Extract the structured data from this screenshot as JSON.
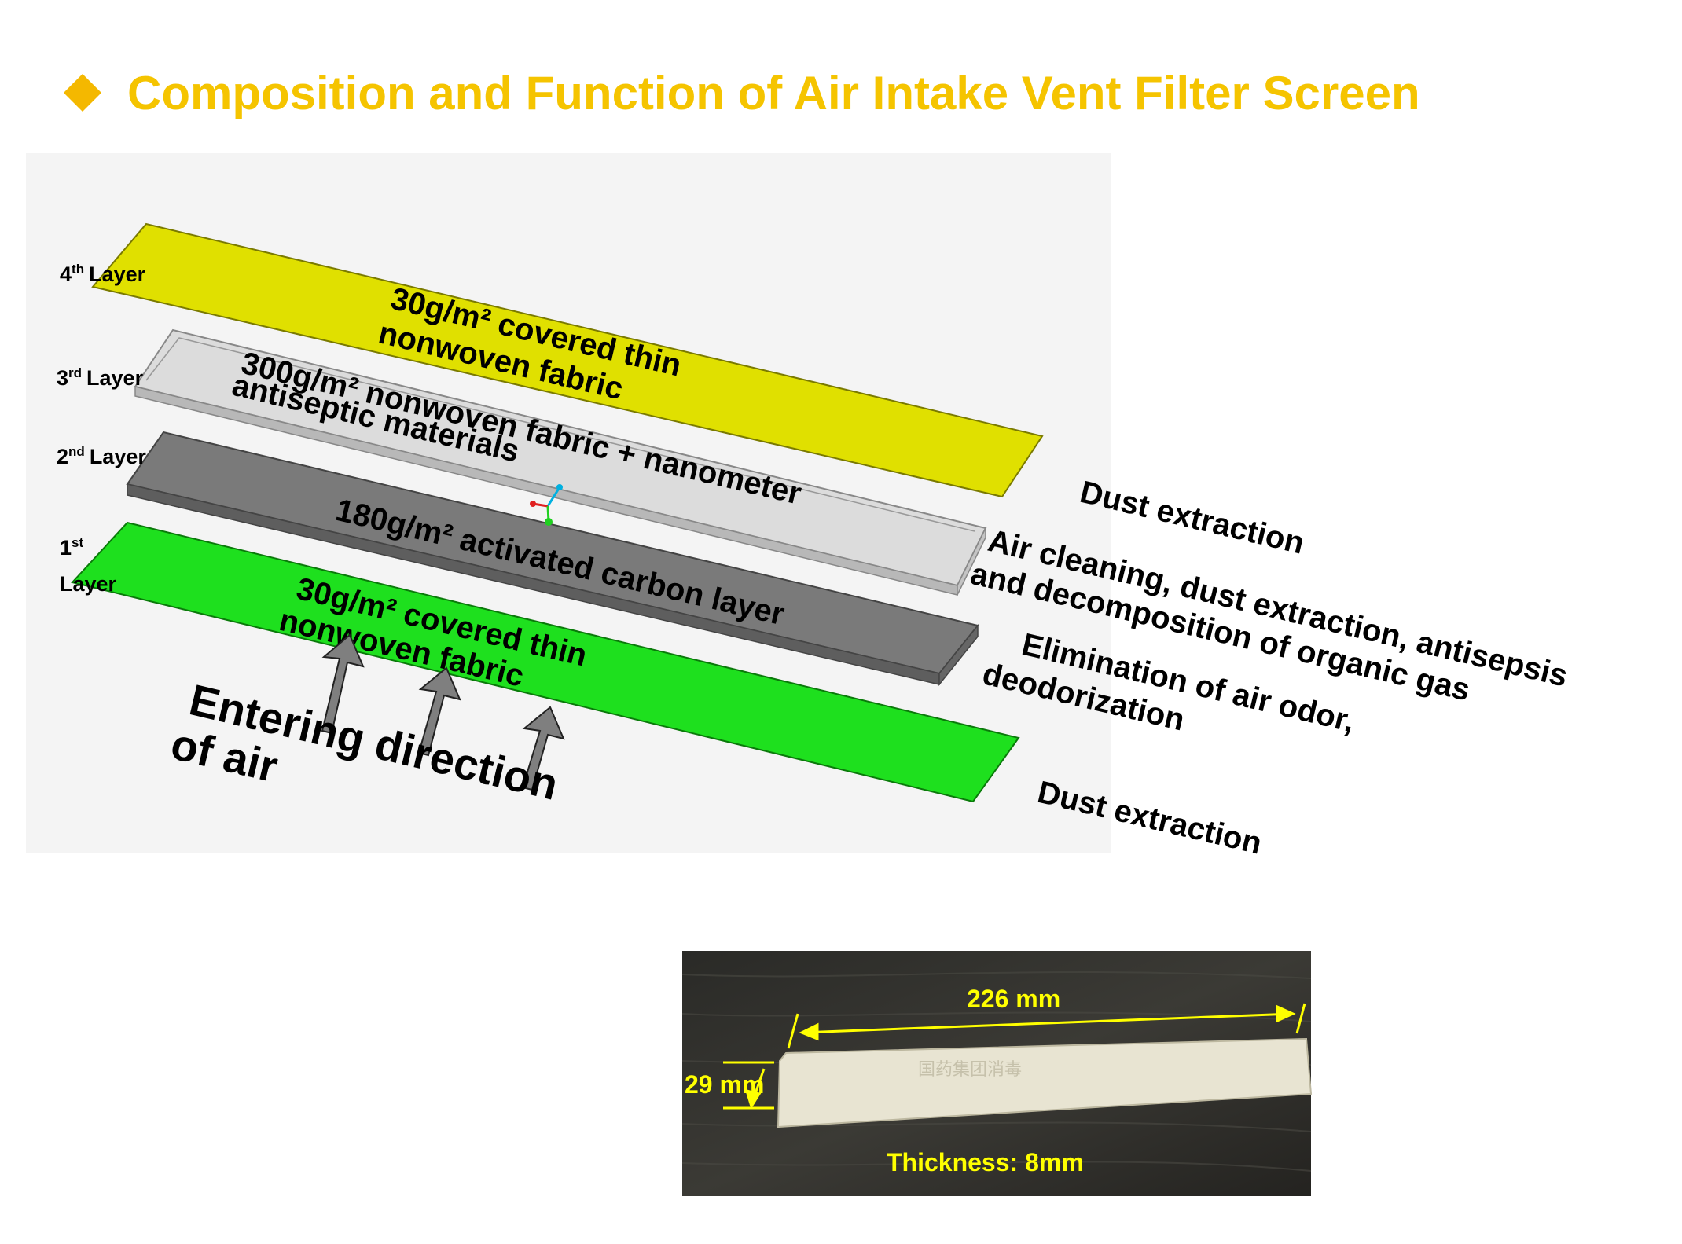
{
  "title": "Composition and Function of Air Intake Vent Filter Screen",
  "layers": {
    "l4": {
      "label_num": "4",
      "label_sup": "th",
      "label_word": "Layer",
      "desc_line1": "30g/m² covered thin",
      "desc_line2": "nonwoven fabric",
      "function_line1": "Dust extraction"
    },
    "l3": {
      "label_num": "3",
      "label_sup": "rd",
      "label_word": "Layer",
      "desc_line1": "300g/m² nonwoven fabric +  nanometer",
      "desc_line2": "antiseptic materials",
      "function_line1": "Air cleaning, dust extraction, antisepsis",
      "function_line2": "and decomposition of organic gas"
    },
    "l2": {
      "label_num": "2",
      "label_sup": "nd",
      "label_word": "Layer",
      "desc_line1": "180g/m² activated carbon layer",
      "function_line1": "Elimination of air odor,",
      "function_line2": "deodorization"
    },
    "l1": {
      "label_num": "1",
      "label_sup": "st",
      "label_word": "Layer",
      "desc_line1": "30g/m²  covered thin",
      "desc_line2": "nonwoven fabric",
      "function_line1": "Dust extraction"
    }
  },
  "airflow": {
    "line1": "Entering direction",
    "line2": "of air"
  },
  "photo": {
    "length": "226 mm",
    "width": "29 mm",
    "thickness": "Thickness: 8mm",
    "imprint": "国药集团消毒"
  },
  "colors": {
    "title": "#f5c400",
    "layer4": "#e0e000",
    "layer3": "#d9d9d9",
    "layer2": "#7a7a7a",
    "layer1": "#1ee01e",
    "photo_annotation": "#ffff00"
  }
}
